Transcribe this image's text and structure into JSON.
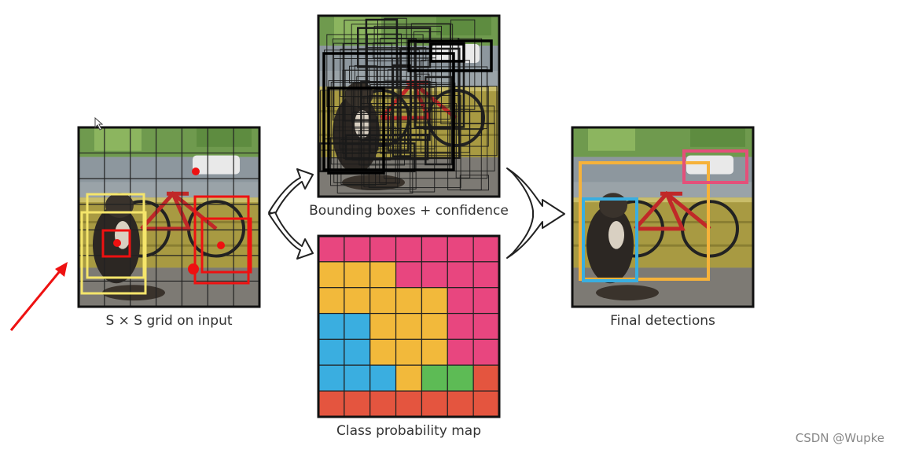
{
  "panels": {
    "input": {
      "caption": "S × S grid on input",
      "grid": 7
    },
    "boxes": {
      "caption": "Bounding boxes + confidence"
    },
    "classmap": {
      "caption": "Class probability map",
      "grid": 7,
      "colors": {
        "p": "#e8467f",
        "y": "#f2b93b",
        "b": "#3aaee0",
        "g": "#5dbb55",
        "r": "#e4553f"
      },
      "cells": [
        [
          "p",
          "p",
          "p",
          "p",
          "p",
          "p",
          "p"
        ],
        [
          "y",
          "y",
          "y",
          "p",
          "p",
          "p",
          "p"
        ],
        [
          "y",
          "y",
          "y",
          "y",
          "y",
          "p",
          "p"
        ],
        [
          "b",
          "b",
          "y",
          "y",
          "y",
          "p",
          "p"
        ],
        [
          "b",
          "b",
          "y",
          "y",
          "y",
          "p",
          "p"
        ],
        [
          "b",
          "b",
          "b",
          "y",
          "g",
          "g",
          "r"
        ],
        [
          "r",
          "r",
          "r",
          "r",
          "r",
          "r",
          "r"
        ]
      ]
    },
    "detections": {
      "caption": "Final detections"
    }
  },
  "colors": {
    "yellow_box": "#f5e56b",
    "red_box": "#ee1111",
    "orange_box": "#f6b23a",
    "blue_box": "#3aaee0",
    "pink_box": "#e4507a"
  },
  "watermark": "CSDN @Wupke"
}
